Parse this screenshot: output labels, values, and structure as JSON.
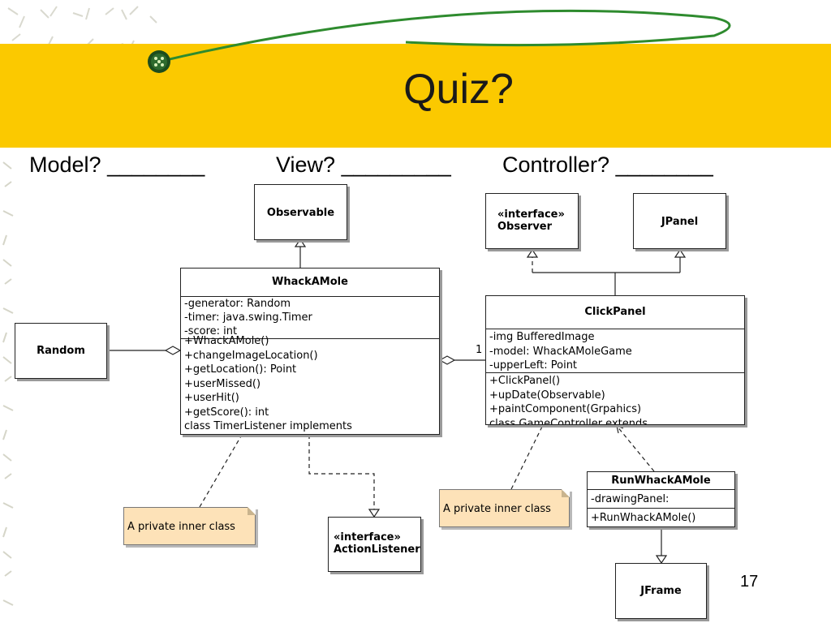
{
  "slide": {
    "title": "Quiz?",
    "questions": [
      {
        "label": "Model?",
        "blank": "________"
      },
      {
        "label": "View?",
        "blank": "_________"
      },
      {
        "label": "Controller?",
        "blank": "________"
      }
    ],
    "page_number": "17"
  },
  "colors": {
    "banner": "#fbc900",
    "note_fill": "#fde2b8",
    "swoosh": "#2e8b2e"
  },
  "diagram": {
    "observable": {
      "name": "Observable"
    },
    "observer": {
      "stereotype": "«interface»",
      "name": "Observer"
    },
    "jpanel": {
      "name": "JPanel"
    },
    "random": {
      "name": "Random"
    },
    "whackamole": {
      "name": "WhackAMole",
      "attributes": [
        "-generator: Random",
        "-timer: java.swing.Timer",
        "-score: int"
      ],
      "operations": [
        "+WhackAMole()",
        "+changeImageLocation()",
        "+getLocation(): Point",
        "+userMissed()",
        "+userHit()",
        "+getScore(): int",
        "class TimerListener implements"
      ]
    },
    "clickpanel": {
      "name": "ClickPanel",
      "attributes": [
        "-img BufferedImage",
        "-model: WhackAMoleGame",
        "-upperLeft: Point"
      ],
      "operations": [
        "+ClickPanel()",
        "+upDate(Observable)",
        "+paintComponent(Grpahics)",
        "class GameController extends"
      ]
    },
    "runwhackamole": {
      "name": "RunWhackAMole",
      "attributes": [
        "-drawingPanel:"
      ],
      "operations": [
        "+RunWhackAMole()"
      ]
    },
    "actionlistener": {
      "stereotype": "«interface»",
      "name": "ActionListener"
    },
    "jframe": {
      "name": "JFrame"
    },
    "notes": [
      "A private inner class",
      "A private inner class"
    ],
    "multiplicity": "1"
  }
}
